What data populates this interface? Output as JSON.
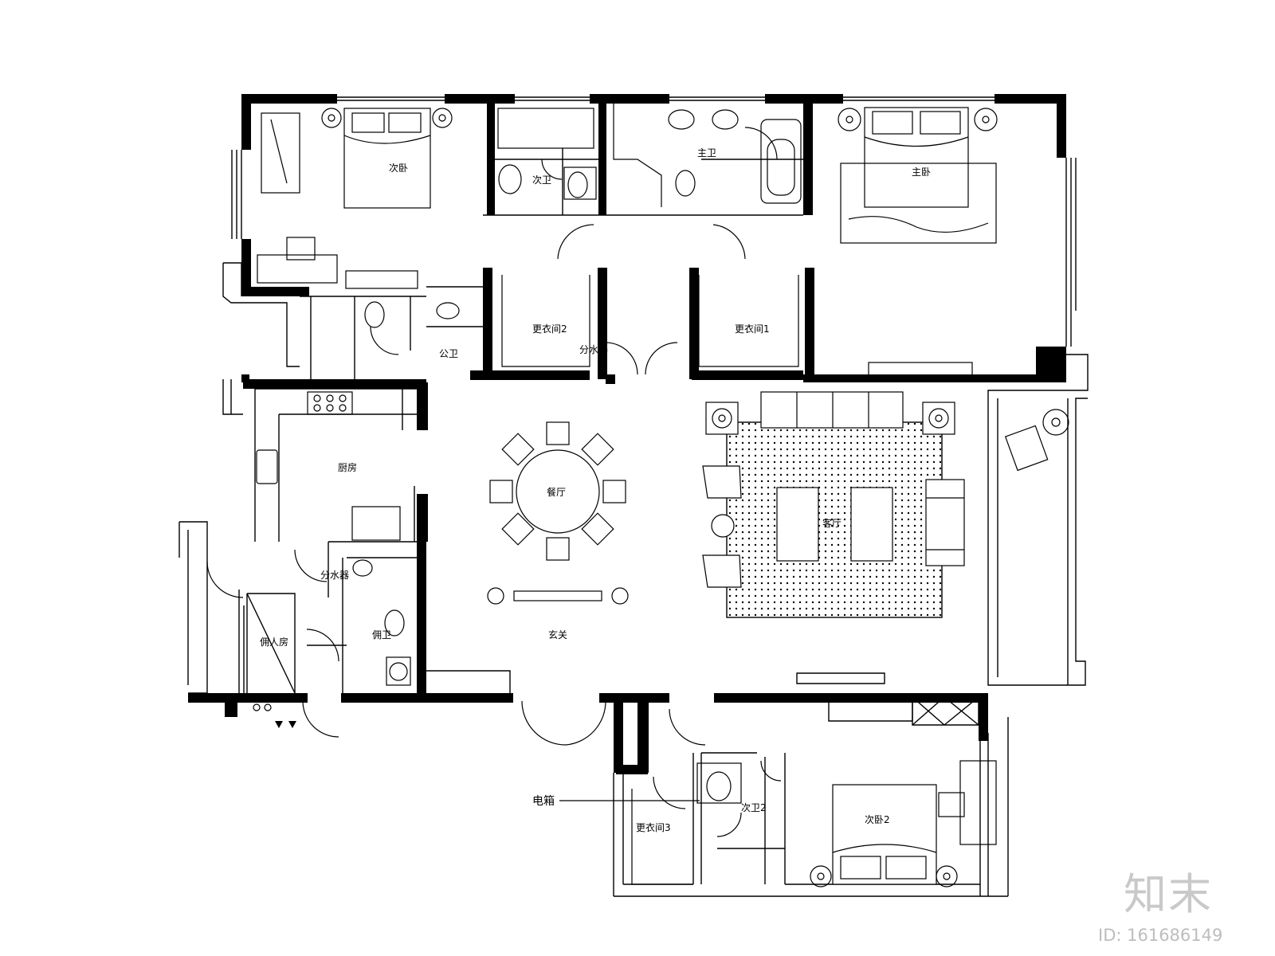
{
  "rooms": {
    "second_bedroom": "次卧",
    "second_bath": "次卫",
    "master_bath": "主卫",
    "master_bedroom": "主卧",
    "closet_2": "更衣间2",
    "closet_1": "更衣间1",
    "public_bath": "公卫",
    "water_divider_top": "分水器",
    "kitchen": "厨房",
    "dining": "餐厅",
    "living": "客厅",
    "water_divider_bottom": "分水器",
    "servant_bath": "佣卫",
    "servant_room": "佣人房",
    "foyer": "玄关",
    "closet_3": "更衣间3",
    "second_bath_2": "次卫2",
    "second_bedroom_2": "次卧2"
  },
  "callouts": {
    "electric_box": "电箱"
  },
  "watermark": {
    "logo": "知末",
    "id": "ID: 161686149"
  },
  "colors": {
    "ink": "#000000",
    "watermark": "#c9c9c9"
  }
}
